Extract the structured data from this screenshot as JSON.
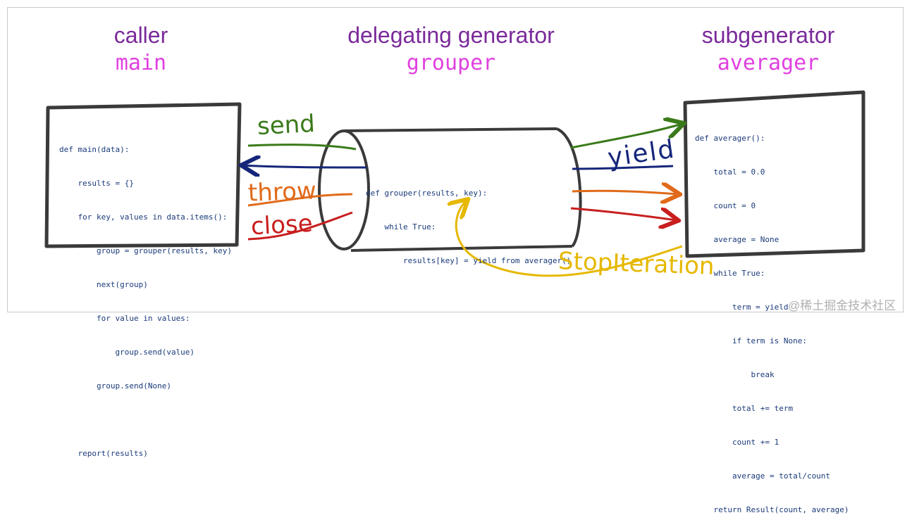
{
  "headers": {
    "caller": {
      "title": "caller",
      "code": "main"
    },
    "delegating": {
      "title": "delegating generator",
      "code": "grouper"
    },
    "subgenerator": {
      "title": "subgenerator",
      "code": "averager"
    }
  },
  "labels": {
    "send": "send",
    "throw": "throw",
    "close": "close",
    "yield": "yield",
    "stop_iteration": "StopIteration"
  },
  "code_main": [
    "def main(data):",
    "    results = {}",
    "    for key, values in data.items():",
    "        group = grouper(results, key)",
    "        next(group)",
    "        for value in values:",
    "            group.send(value)",
    "        group.send(None)",
    "",
    "    report(results)"
  ],
  "code_grouper": [
    "def grouper(results, key):",
    "    while True:",
    "        results[key] = yield from averager()"
  ],
  "code_averager": [
    "def averager():",
    "    total = 0.0",
    "    count = 0",
    "    average = None",
    "    while True:",
    "        term = yield",
    "        if term is None:",
    "            break",
    "        total += term",
    "        count += 1",
    "        average = total/count",
    "    return Result(count, average)"
  ],
  "watermark": "@稀土掘金技术社区",
  "colors": {
    "title": "#7a2a9a",
    "code_title": "#e040e0",
    "send": "#3a7a1a",
    "yield": "#15267a",
    "throw": "#e06a1a",
    "close": "#c81e1e",
    "stop_iteration": "#e6b800"
  }
}
